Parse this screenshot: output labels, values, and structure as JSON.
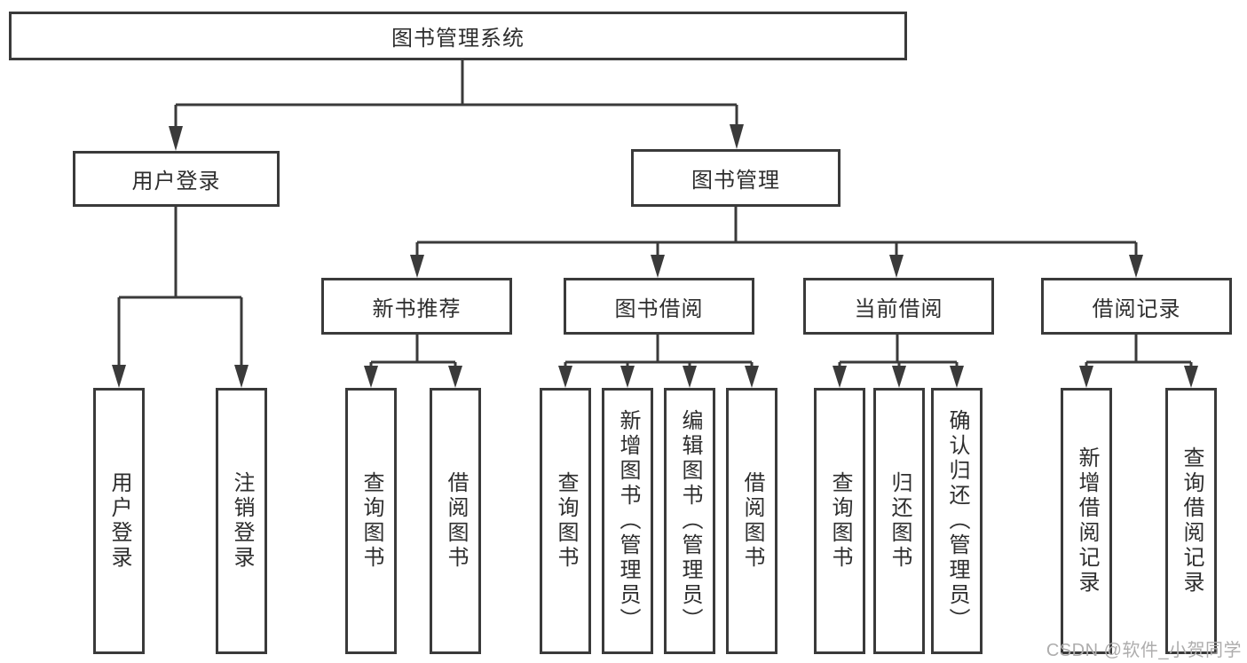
{
  "diagram": {
    "root": {
      "label": "图书管理系统"
    },
    "branches": [
      {
        "label": "用户登录",
        "children": [
          {
            "label": "用户登录"
          },
          {
            "label": "注销登录"
          }
        ]
      },
      {
        "label": "图书管理",
        "children": [
          {
            "label": "新书推荐",
            "children": [
              {
                "label": "查询图书"
              },
              {
                "label": "借阅图书"
              }
            ]
          },
          {
            "label": "图书借阅",
            "children": [
              {
                "label": "查询图书"
              },
              {
                "label": "新增图书（管理员）"
              },
              {
                "label": "编辑图书（管理员）"
              },
              {
                "label": "借阅图书"
              }
            ]
          },
          {
            "label": "当前借阅",
            "children": [
              {
                "label": "查询图书"
              },
              {
                "label": "归还图书"
              },
              {
                "label": "确认归还（管理员）"
              }
            ]
          },
          {
            "label": "借阅记录",
            "children": [
              {
                "label": "新增借阅记录"
              },
              {
                "label": "查询借阅记录"
              }
            ]
          }
        ]
      }
    ]
  },
  "watermark": {
    "text": "CSDN @软件_小贺同学"
  },
  "colors": {
    "line": "#3a3a3a",
    "text": "#2e2e2e",
    "watermark": "#aeadad",
    "background": "#ffffff"
  }
}
